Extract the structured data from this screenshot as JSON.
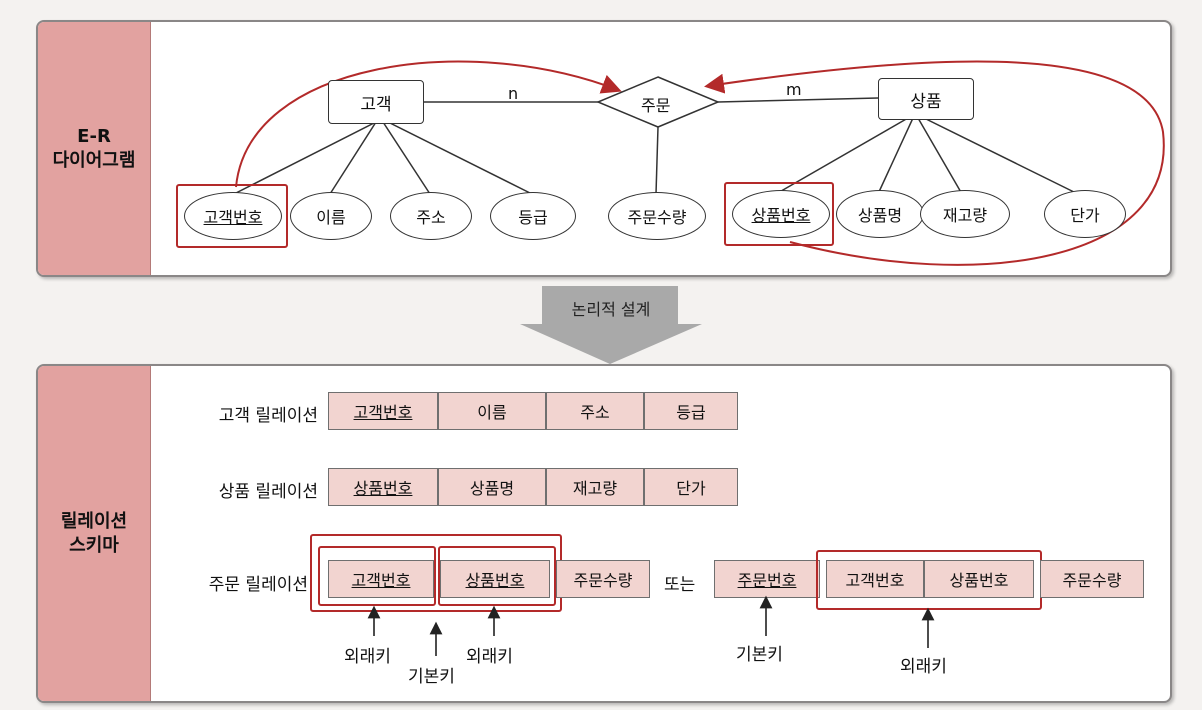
{
  "er": {
    "section_label": "E-R\n다이어그램",
    "entities": {
      "customer": "고객",
      "product": "상품"
    },
    "relationship": "주문",
    "cardinality_n": "n",
    "cardinality_m": "m",
    "customer_attrs": [
      "고객번호",
      "이름",
      "주소",
      "등급"
    ],
    "order_attr": "주문수량",
    "product_attrs": [
      "상품번호",
      "상품명",
      "재고량",
      "단가"
    ]
  },
  "transition_label": "논리적 설계",
  "schema": {
    "section_label": "릴레이션\n스키마",
    "customer_relation": {
      "name": "고객 릴레이션",
      "attrs": [
        "고객번호",
        "이름",
        "주소",
        "등급"
      ]
    },
    "product_relation": {
      "name": "상품 릴레이션",
      "attrs": [
        "상품번호",
        "상품명",
        "재고량",
        "단가"
      ]
    },
    "order_relation": {
      "name": "주문 릴레이션",
      "option1": [
        "고객번호",
        "상품번호",
        "주문수량"
      ],
      "or_label": "또는",
      "option2": [
        "주문번호",
        "고객번호",
        "상품번호",
        "주문수량"
      ]
    },
    "key_labels": {
      "foreign1": "외래키",
      "primary1": "기본키",
      "foreign2": "외래키",
      "primary2": "기본키",
      "foreign3": "외래키"
    }
  },
  "colors": {
    "accent_red": "#b32a2a",
    "side_pink": "#e2a2a0",
    "cell_pink": "#f2d4d0",
    "arrow_gray": "#a9a9a9"
  }
}
